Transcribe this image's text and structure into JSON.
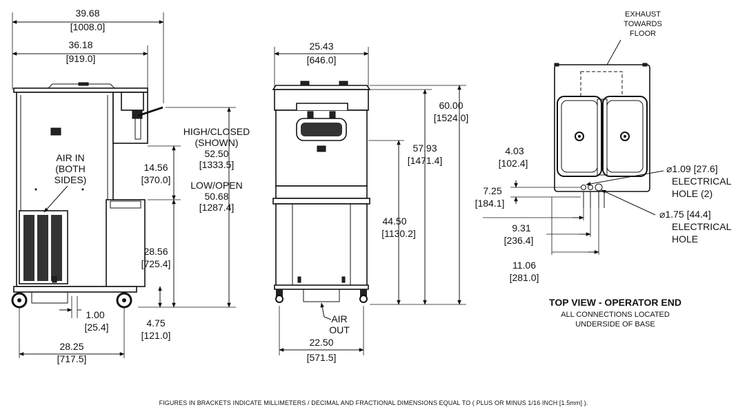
{
  "side_view": {
    "overall_width": "39.68",
    "overall_width_mm": "[1008.0]",
    "cabinet_width": "36.18",
    "cabinet_width_mm": "[919.0]",
    "air_in_label": [
      "AIR IN",
      "(BOTH",
      "SIDES)"
    ],
    "spout_height": "14.56",
    "spout_height_mm": "[370.0]",
    "counter_height": "28.56",
    "counter_height_mm": "[725.4]",
    "caster_offset": "1.00",
    "caster_offset_mm": "[25.4]",
    "caster_height": "4.75",
    "caster_height_mm": "[121.0]",
    "base_depth": "28.25",
    "base_depth_mm": "[717.5]",
    "high_closed_label": [
      "HIGH/CLOSED",
      "(SHOWN)"
    ],
    "high_closed": "52.50",
    "high_closed_mm": "[1333.5]",
    "low_open_label": "LOW/OPEN",
    "low_open": "50.68",
    "low_open_mm": "[1287.4]"
  },
  "front_view": {
    "top_width": "25.43",
    "top_width_mm": "[646.0]",
    "overall_height": "60.00",
    "overall_height_mm": "[1524.0]",
    "door_height": "57.93",
    "door_height_mm": "[1471.4]",
    "cabinet_height": "44.50",
    "cabinet_height_mm": "[1130.2]",
    "air_out_label": [
      "AIR",
      "OUT"
    ],
    "base_width": "22.50",
    "base_width_mm": "[571.5]"
  },
  "top_view": {
    "exhaust_label": [
      "EXHAUST",
      "TOWARDS",
      "FLOOR"
    ],
    "dim_a": "4.03",
    "dim_a_mm": "[102.4]",
    "dim_b": "7.25",
    "dim_b_mm": "[184.1]",
    "dim_c": "9.31",
    "dim_c_mm": "[236.4]",
    "dim_d": "11.06",
    "dim_d_mm": "[281.0]",
    "hole_small": "⌀1.09 [27.6]",
    "hole_small_label": [
      "ELECTRICAL",
      "HOLE (2)"
    ],
    "hole_large": "⌀1.75 [44.4]",
    "hole_large_label": [
      "ELECTRICAL",
      "HOLE"
    ],
    "title": "TOP VIEW - OPERATOR END",
    "subtitle": [
      "ALL CONNECTIONS LOCATED",
      "UNDERSIDE OF BASE"
    ]
  },
  "footnote": "FIGURES IN BRACKETS INDICATE MILLIMETERS / DECIMAL AND FRACTIONAL DIMENSIONS EQUAL TO ( PLUS OR MINUS 1/16 INCH [1.5mm] )."
}
